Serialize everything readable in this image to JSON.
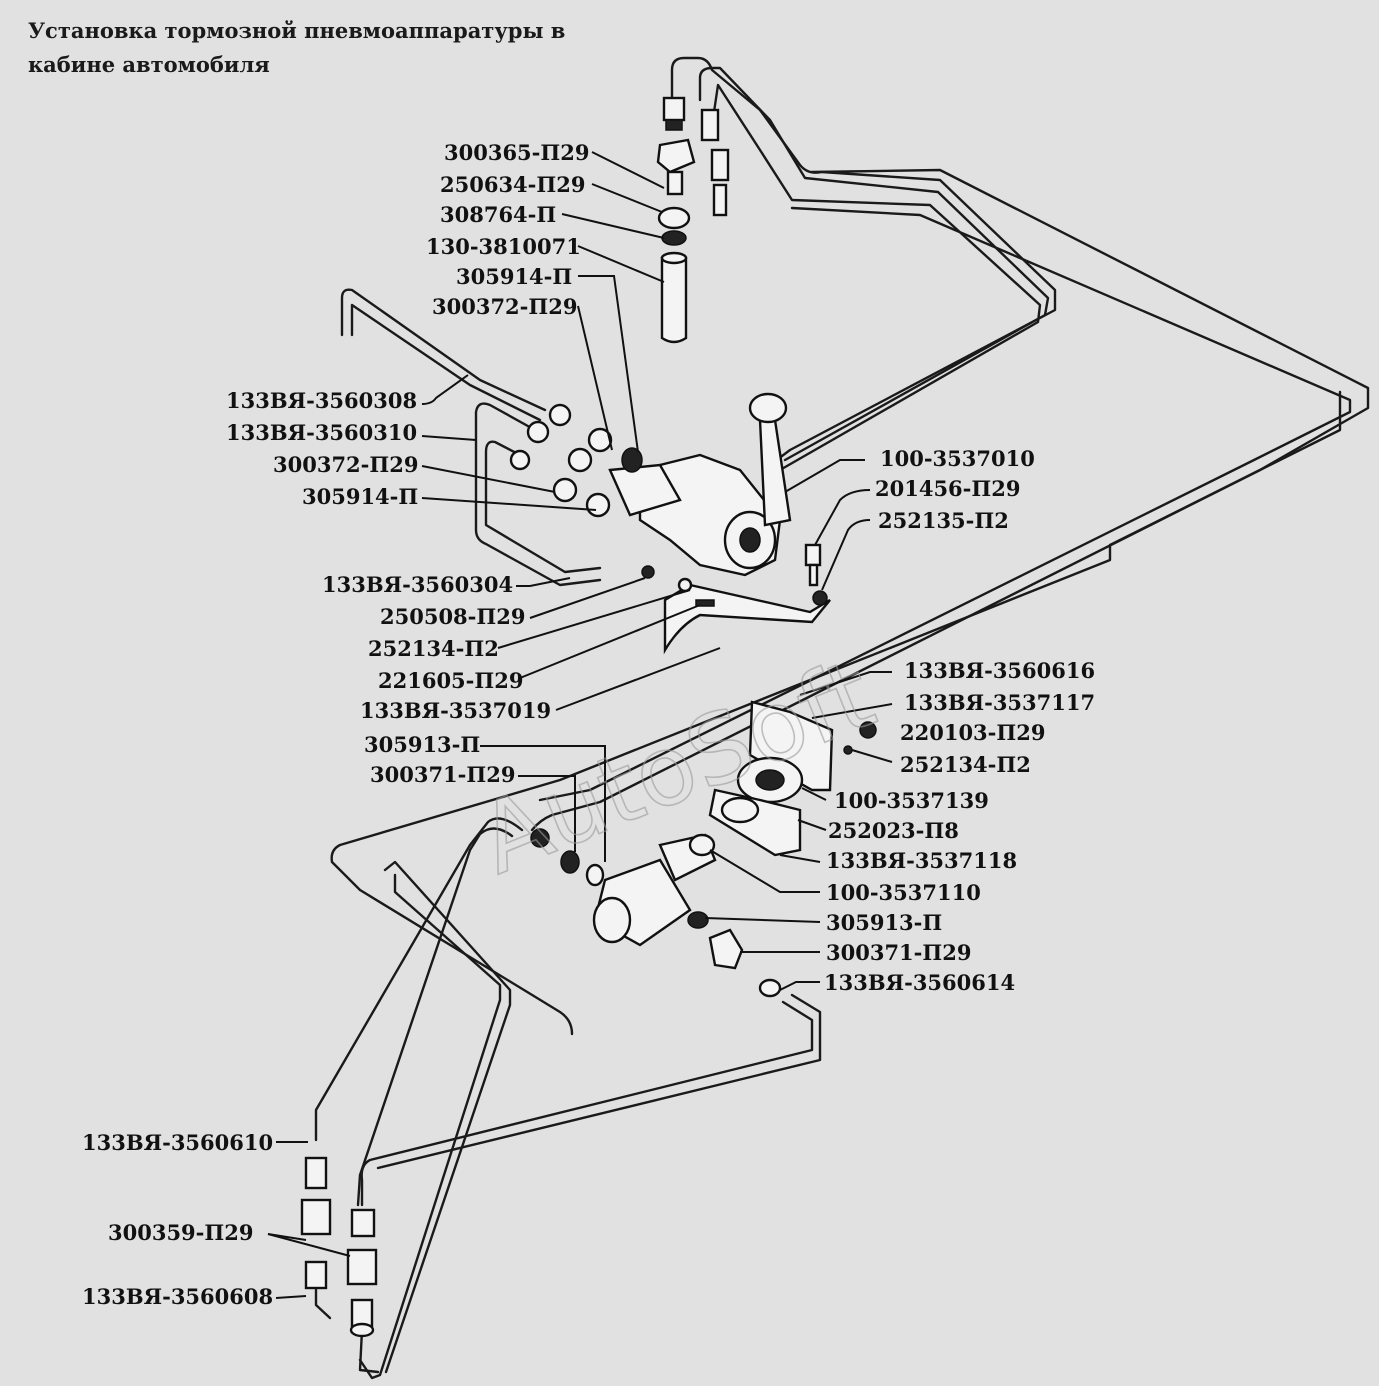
{
  "title_line1": "Установка тормозной пневмоаппаратуры в",
  "title_line2": "кабине автомобиля",
  "watermark": "AutoSoft",
  "labels": [
    "300365-П29",
    "250634-П29",
    "308764-П",
    "130-3810071",
    "305914-П",
    "300372-П29",
    "133ВЯ-3560308",
    "133ВЯ-3560310",
    "300372-П29",
    "305914-П",
    "100-3537010",
    "201456-П29",
    "252135-П2",
    "133ВЯ-3560304",
    "250508-П29",
    "252134-П2",
    "221605-П29",
    "133ВЯ-3537019",
    "305913-П",
    "300371-П29",
    "133ВЯ-3560616",
    "133ВЯ-3537117",
    "220103-П29",
    "252134-П2",
    "100-3537139",
    "252023-П8",
    "133ВЯ-3537118",
    "100-3537110",
    "305913-П",
    "300371-П29",
    "133ВЯ-3560614",
    "133ВЯ-3560610",
    "300359-П29",
    "133ВЯ-3560608"
  ]
}
